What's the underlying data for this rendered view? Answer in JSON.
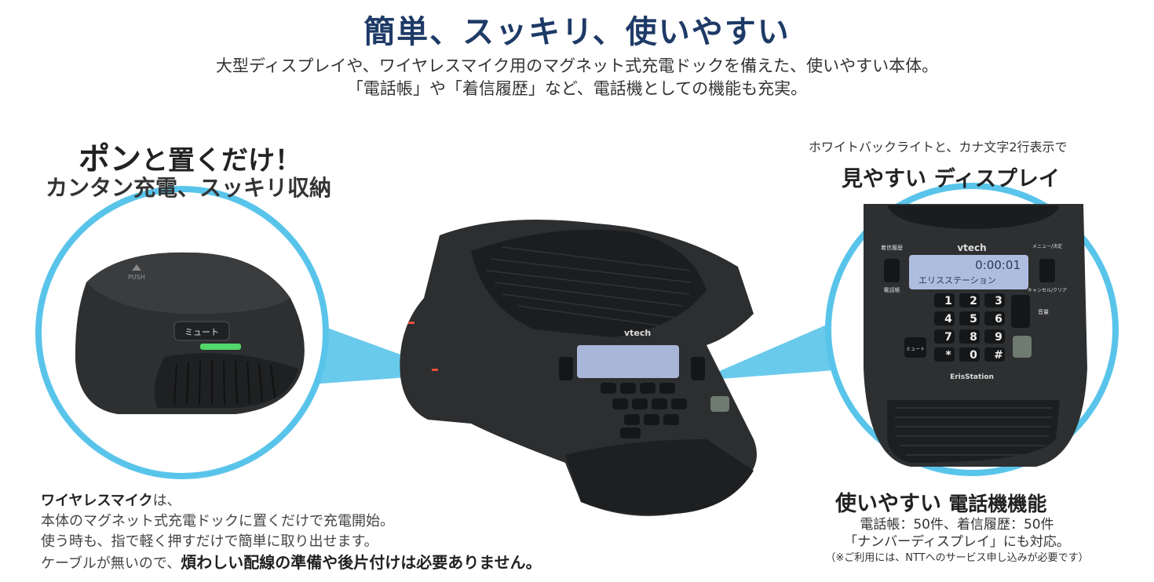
{
  "title": "簡単、スッキリ、使いやすい",
  "lead": {
    "line1": "大型ディスプレイや、ワイヤレスマイク用のマグネット式充電ドックを備えた、使いやすい本体。",
    "line2": "「電話帳」や「着信履歴」など、電話機としての機能も充実。"
  },
  "left_feature": {
    "headline_big": "ポン",
    "headline_rest": "と置くだけ！",
    "subheadline": "カンタン充電、スッキリ収納",
    "mic_label": "ミュート",
    "mic_push": "PUSH",
    "desc_bold": "ワイヤレスマイク",
    "desc_line1_rest": "は、",
    "desc_line2": "本体のマグネット式充電ドックに置くだけで充電開始。",
    "desc_line3": "使う時も、指で軽く押すだけで簡単に取り出せます。",
    "desc_line4_a": "ケーブルが無いので、",
    "desc_line4_em": "煩わしい配線の準備や後片付け",
    "desc_line4_b": "は必要ありません。"
  },
  "right_feature": {
    "caption": "ホワイトバックライトと、カナ文字2行表示で",
    "headline_a": "見やすい",
    "headline_b": "ディスプレイ",
    "brand": "vtech",
    "lcd_line1": "0:00:01",
    "lcd_line2": "エリスステーション",
    "label_history": "着信履歴",
    "label_phonebook": "電話帳",
    "label_menu": "メニュー/決定",
    "label_cancel": "キャンセル/クリア",
    "label_volume": "音量",
    "label_mute": "ミュート",
    "model": "ErisStation",
    "keys": [
      "1",
      "2",
      "3",
      "4",
      "5",
      "6",
      "7",
      "8",
      "9",
      "*",
      "0",
      "#"
    ],
    "headline2_a": "使いやすい",
    "headline2_b": "電話機機能",
    "line1": "電話帳：50件、着信履歴：50件",
    "line2": "「ナンバーディスプレイ」にも対応。",
    "note": "（※ご利用には、NTTへのサービス申し込みが必要です）"
  },
  "colors": {
    "accent_circle": "#59c4ea",
    "title": "#1e3a66",
    "device": "#2a2c2e"
  }
}
